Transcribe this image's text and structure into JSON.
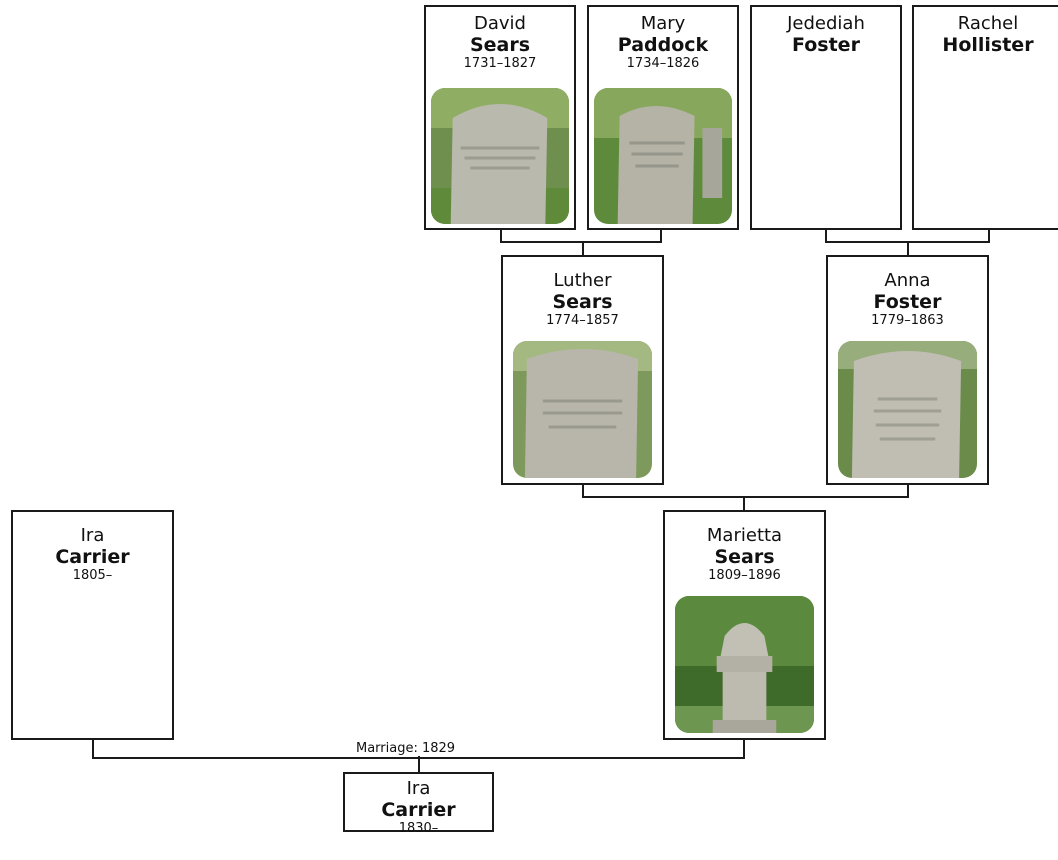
{
  "people": {
    "david": {
      "given": "David",
      "surname": "Sears",
      "dates": "1731–1827",
      "photo": "gravestone"
    },
    "mary": {
      "given": "Mary",
      "surname": "Paddock",
      "dates": "1734–1826",
      "photo": "gravestone"
    },
    "jedediah": {
      "given": "Jedediah",
      "surname": "Foster",
      "dates": ""
    },
    "rachel": {
      "given": "Rachel",
      "surname": "Hollister",
      "dates": ""
    },
    "luther": {
      "given": "Luther",
      "surname": "Sears",
      "dates": "1774–1857",
      "photo": "gravestone"
    },
    "anna": {
      "given": "Anna",
      "surname": "Foster",
      "dates": "1779–1863",
      "photo": "gravestone"
    },
    "ira_sr": {
      "given": "Ira",
      "surname": "Carrier",
      "dates": "1805–"
    },
    "marietta": {
      "given": "Marietta",
      "surname": "Sears",
      "dates": "1809–1896",
      "photo": "monument"
    },
    "ira_jr": {
      "given": "Ira",
      "surname": "Carrier",
      "dates": "1830–"
    }
  },
  "marriage": {
    "label": "Marriage: 1829"
  },
  "colors": {
    "border": "#1a1a1a",
    "stone": "#b9b9ad",
    "grass": "#5f8a3a"
  }
}
